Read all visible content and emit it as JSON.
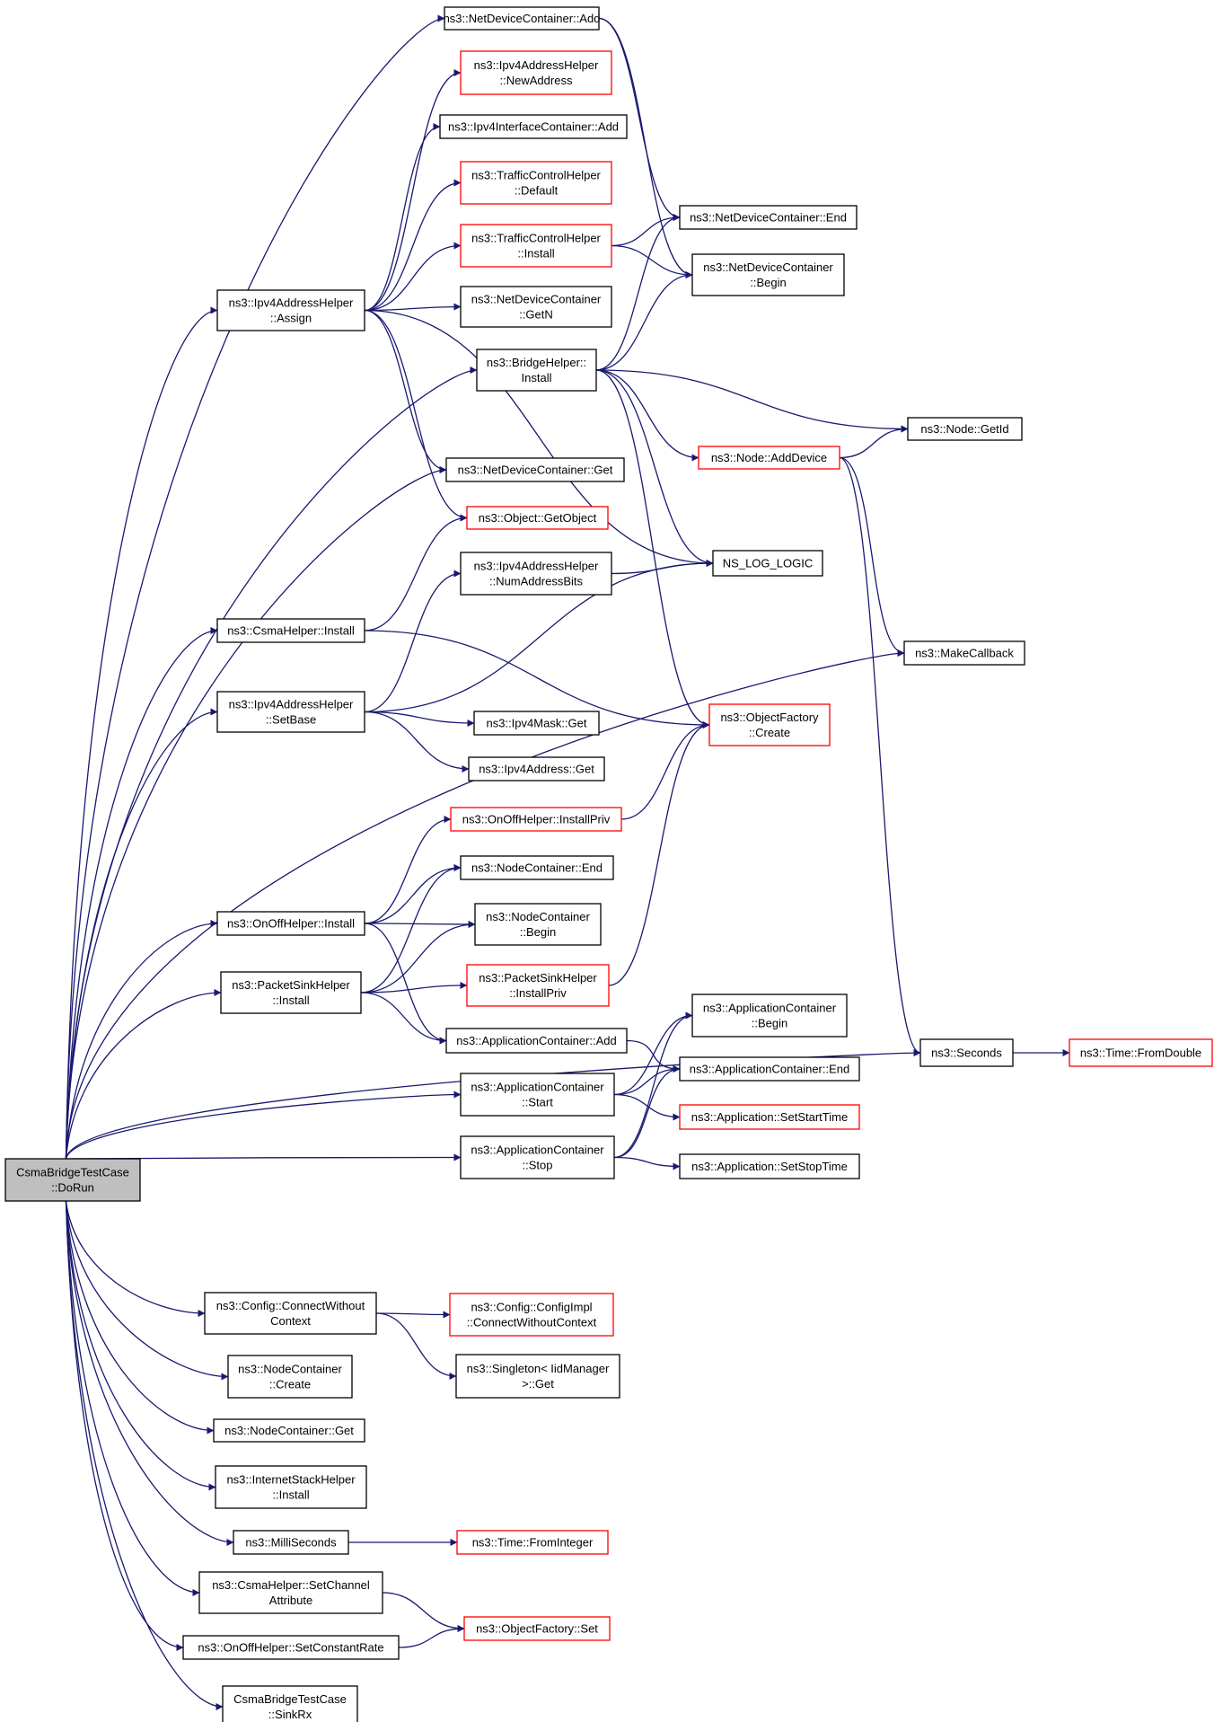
{
  "nodes": [
    {
      "id": "root",
      "lines": [
        "CsmaBridgeTestCase",
        "::DoRun"
      ],
      "style": "root"
    },
    {
      "id": "nda",
      "lines": [
        "ns3::NetDeviceContainer::Add"
      ],
      "style": "black"
    },
    {
      "id": "newaddr",
      "lines": [
        "ns3::Ipv4AddressHelper",
        "::NewAddress"
      ],
      "style": "red"
    },
    {
      "id": "iicadd",
      "lines": [
        "ns3::Ipv4InterfaceContainer::Add"
      ],
      "style": "black"
    },
    {
      "id": "tcdef",
      "lines": [
        "ns3::TrafficControlHelper",
        "::Default"
      ],
      "style": "red"
    },
    {
      "id": "tcinst",
      "lines": [
        "ns3::TrafficControlHelper",
        "::Install"
      ],
      "style": "red"
    },
    {
      "id": "ndend",
      "lines": [
        "ns3::NetDeviceContainer::End"
      ],
      "style": "black"
    },
    {
      "id": "ndbegin",
      "lines": [
        "ns3::NetDeviceContainer",
        "::Begin"
      ],
      "style": "black"
    },
    {
      "id": "assign",
      "lines": [
        "ns3::Ipv4AddressHelper",
        "::Assign"
      ],
      "style": "black"
    },
    {
      "id": "ndgetn",
      "lines": [
        "ns3::NetDeviceContainer",
        "::GetN"
      ],
      "style": "black"
    },
    {
      "id": "bridge",
      "lines": [
        "ns3::BridgeHelper::",
        "Install"
      ],
      "style": "black"
    },
    {
      "id": "getid",
      "lines": [
        "ns3::Node::GetId"
      ],
      "style": "black"
    },
    {
      "id": "adddev",
      "lines": [
        "ns3::Node::AddDevice"
      ],
      "style": "red"
    },
    {
      "id": "ndget",
      "lines": [
        "ns3::NetDeviceContainer::Get"
      ],
      "style": "black"
    },
    {
      "id": "getobj",
      "lines": [
        "ns3::Object::GetObject"
      ],
      "style": "red"
    },
    {
      "id": "numbits",
      "lines": [
        "ns3::Ipv4AddressHelper",
        "::NumAddressBits"
      ],
      "style": "black"
    },
    {
      "id": "nslog",
      "lines": [
        "NS_LOG_LOGIC"
      ],
      "style": "black"
    },
    {
      "id": "csmainst",
      "lines": [
        "ns3::CsmaHelper::Install"
      ],
      "style": "black"
    },
    {
      "id": "makecb",
      "lines": [
        "ns3::MakeCallback"
      ],
      "style": "black"
    },
    {
      "id": "setbase",
      "lines": [
        "ns3::Ipv4AddressHelper",
        "::SetBase"
      ],
      "style": "black"
    },
    {
      "id": "ofcreate",
      "lines": [
        "ns3::ObjectFactory",
        "::Create"
      ],
      "style": "red"
    },
    {
      "id": "maskget",
      "lines": [
        "ns3::Ipv4Mask::Get"
      ],
      "style": "black"
    },
    {
      "id": "addrget",
      "lines": [
        "ns3::Ipv4Address::Get"
      ],
      "style": "black"
    },
    {
      "id": "onoffpriv",
      "lines": [
        "ns3::OnOffHelper::InstallPriv"
      ],
      "style": "red"
    },
    {
      "id": "ncend",
      "lines": [
        "ns3::NodeContainer::End"
      ],
      "style": "black"
    },
    {
      "id": "onoffinst",
      "lines": [
        "ns3::OnOffHelper::Install"
      ],
      "style": "black"
    },
    {
      "id": "ncbegin",
      "lines": [
        "ns3::NodeContainer",
        "::Begin"
      ],
      "style": "black"
    },
    {
      "id": "psinst",
      "lines": [
        "ns3::PacketSinkHelper",
        "::Install"
      ],
      "style": "black"
    },
    {
      "id": "pspriv",
      "lines": [
        "ns3::PacketSinkHelper",
        "::InstallPriv"
      ],
      "style": "red"
    },
    {
      "id": "acbegin",
      "lines": [
        "ns3::ApplicationContainer",
        "::Begin"
      ],
      "style": "black"
    },
    {
      "id": "acadd",
      "lines": [
        "ns3::ApplicationContainer::Add"
      ],
      "style": "black"
    },
    {
      "id": "seconds",
      "lines": [
        "ns3::Seconds"
      ],
      "style": "black"
    },
    {
      "id": "fromdouble",
      "lines": [
        "ns3::Time::FromDouble"
      ],
      "style": "red"
    },
    {
      "id": "acend",
      "lines": [
        "ns3::ApplicationContainer::End"
      ],
      "style": "black"
    },
    {
      "id": "acstart",
      "lines": [
        "ns3::ApplicationContainer",
        "::Start"
      ],
      "style": "black"
    },
    {
      "id": "setstart",
      "lines": [
        "ns3::Application::SetStartTime"
      ],
      "style": "red"
    },
    {
      "id": "acstop",
      "lines": [
        "ns3::ApplicationContainer",
        "::Stop"
      ],
      "style": "black"
    },
    {
      "id": "setstop",
      "lines": [
        "ns3::Application::SetStopTime"
      ],
      "style": "black"
    },
    {
      "id": "cfgconn",
      "lines": [
        "ns3::Config::ConnectWithout",
        "Context"
      ],
      "style": "black"
    },
    {
      "id": "cfgimpl",
      "lines": [
        "ns3::Config::ConfigImpl",
        "::ConnectWithoutContext"
      ],
      "style": "red"
    },
    {
      "id": "singleton",
      "lines": [
        "ns3::Singleton< IidManager",
        ">::Get"
      ],
      "style": "black"
    },
    {
      "id": "nccreate",
      "lines": [
        "ns3::NodeContainer",
        "::Create"
      ],
      "style": "black"
    },
    {
      "id": "ncget",
      "lines": [
        "ns3::NodeContainer::Get"
      ],
      "style": "black"
    },
    {
      "id": "inetinst",
      "lines": [
        "ns3::InternetStackHelper",
        "::Install"
      ],
      "style": "black"
    },
    {
      "id": "millis",
      "lines": [
        "ns3::MilliSeconds"
      ],
      "style": "black"
    },
    {
      "id": "fromint",
      "lines": [
        "ns3::Time::FromInteger"
      ],
      "style": "red"
    },
    {
      "id": "setchan",
      "lines": [
        "ns3::CsmaHelper::SetChannel",
        "Attribute"
      ],
      "style": "black"
    },
    {
      "id": "ofset",
      "lines": [
        "ns3::ObjectFactory::Set"
      ],
      "style": "red"
    },
    {
      "id": "setrate",
      "lines": [
        "ns3::OnOffHelper::SetConstantRate"
      ],
      "style": "black"
    },
    {
      "id": "sinkrx",
      "lines": [
        "CsmaBridgeTestCase",
        "::SinkRx"
      ],
      "style": "black"
    }
  ],
  "edges": [
    [
      "root",
      "nda"
    ],
    [
      "root",
      "assign"
    ],
    [
      "root",
      "bridge"
    ],
    [
      "root",
      "ndget"
    ],
    [
      "root",
      "csmainst"
    ],
    [
      "root",
      "setbase"
    ],
    [
      "root",
      "onoffinst"
    ],
    [
      "root",
      "psinst"
    ],
    [
      "root",
      "acstart"
    ],
    [
      "root",
      "acstop"
    ],
    [
      "root",
      "makecb"
    ],
    [
      "root",
      "seconds"
    ],
    [
      "root",
      "cfgconn"
    ],
    [
      "root",
      "nccreate"
    ],
    [
      "root",
      "ncget"
    ],
    [
      "root",
      "inetinst"
    ],
    [
      "root",
      "millis"
    ],
    [
      "root",
      "setchan"
    ],
    [
      "root",
      "setrate"
    ],
    [
      "root",
      "sinkrx"
    ],
    [
      "nda",
      "ndend"
    ],
    [
      "nda",
      "ndbegin"
    ],
    [
      "assign",
      "newaddr"
    ],
    [
      "assign",
      "iicadd"
    ],
    [
      "assign",
      "tcdef"
    ],
    [
      "assign",
      "tcinst"
    ],
    [
      "assign",
      "ndgetn"
    ],
    [
      "assign",
      "ndget"
    ],
    [
      "assign",
      "getobj"
    ],
    [
      "assign",
      "nslog"
    ],
    [
      "tcinst",
      "ndend"
    ],
    [
      "tcinst",
      "ndbegin"
    ],
    [
      "bridge",
      "ndend"
    ],
    [
      "bridge",
      "ndbegin"
    ],
    [
      "bridge",
      "getid"
    ],
    [
      "bridge",
      "adddev"
    ],
    [
      "bridge",
      "nslog"
    ],
    [
      "bridge",
      "ofcreate"
    ],
    [
      "adddev",
      "getid"
    ],
    [
      "adddev",
      "makecb"
    ],
    [
      "adddev",
      "seconds"
    ],
    [
      "csmainst",
      "getobj"
    ],
    [
      "csmainst",
      "ofcreate"
    ],
    [
      "setbase",
      "numbits"
    ],
    [
      "setbase",
      "nslog"
    ],
    [
      "setbase",
      "maskget"
    ],
    [
      "setbase",
      "addrget"
    ],
    [
      "numbits",
      "nslog"
    ],
    [
      "onoffinst",
      "onoffpriv"
    ],
    [
      "onoffinst",
      "ncend"
    ],
    [
      "onoffinst",
      "ncbegin"
    ],
    [
      "onoffinst",
      "acadd"
    ],
    [
      "onoffpriv",
      "ofcreate"
    ],
    [
      "psinst",
      "ncend"
    ],
    [
      "psinst",
      "ncbegin"
    ],
    [
      "psinst",
      "pspriv"
    ],
    [
      "psinst",
      "acadd"
    ],
    [
      "pspriv",
      "ofcreate"
    ],
    [
      "acstart",
      "acbegin"
    ],
    [
      "acstart",
      "acend"
    ],
    [
      "acstart",
      "setstart"
    ],
    [
      "acstop",
      "acbegin"
    ],
    [
      "acstop",
      "acend"
    ],
    [
      "acstop",
      "setstop"
    ],
    [
      "acadd",
      "acend"
    ],
    [
      "seconds",
      "fromdouble"
    ],
    [
      "cfgconn",
      "cfgimpl"
    ],
    [
      "cfgconn",
      "singleton"
    ],
    [
      "millis",
      "fromint"
    ],
    [
      "setchan",
      "ofset"
    ],
    [
      "setrate",
      "ofset"
    ]
  ]
}
